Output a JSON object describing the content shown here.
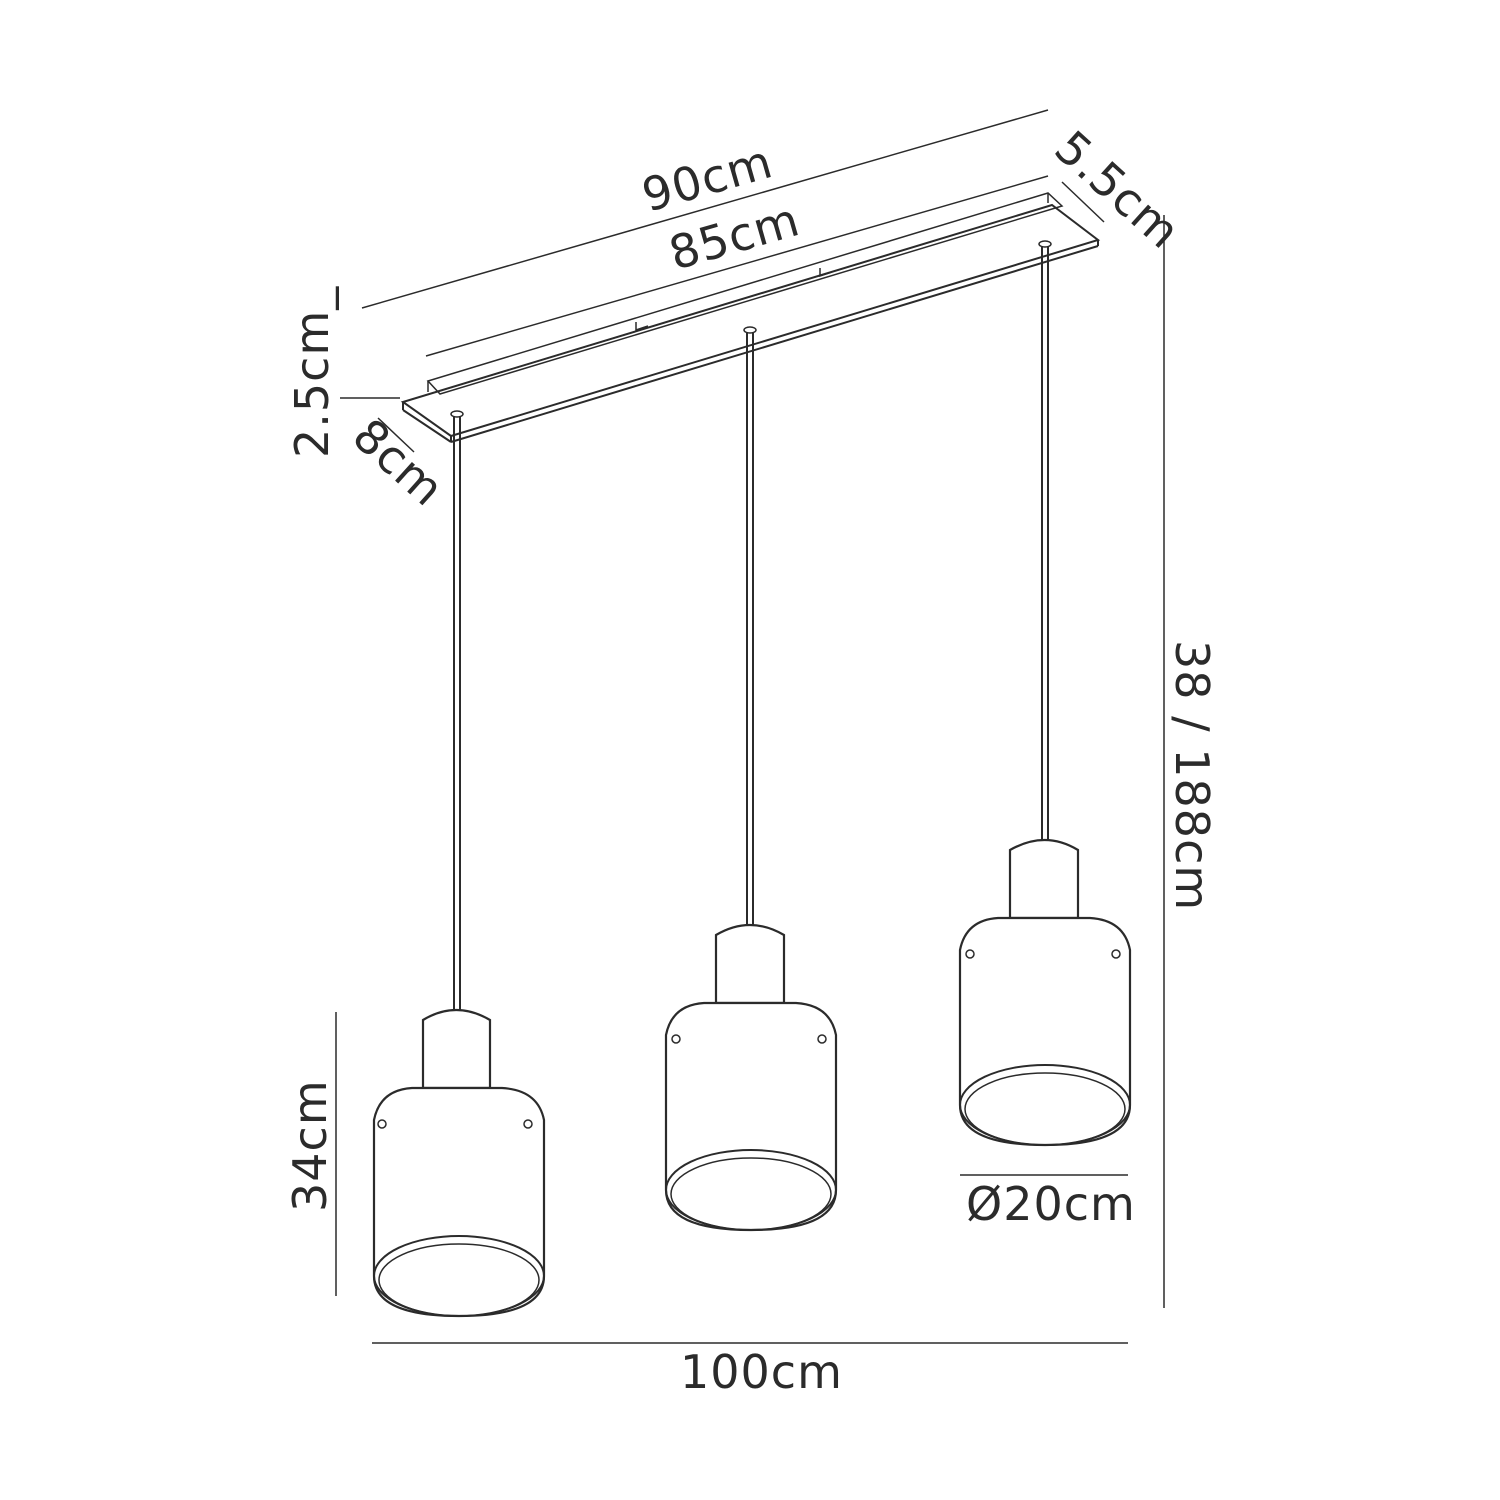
{
  "diagram": {
    "dimensions": {
      "overall_plate_length": "90cm",
      "inner_rail_length": "85cm",
      "plate_depth": "5.5cm",
      "plate_height": "2.5cm_",
      "plate_width": "8cm",
      "drop_height": "38 / 188cm",
      "shade_height": "34cm",
      "shade_diameter": "Ø20cm",
      "overall_width": "100cm"
    },
    "colors": {
      "line": "#2b2b2b",
      "background": "#ffffff"
    }
  }
}
